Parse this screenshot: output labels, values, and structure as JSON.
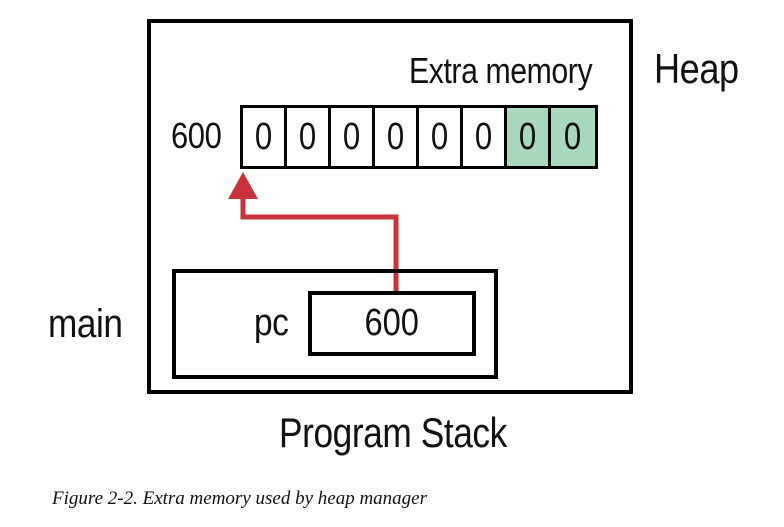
{
  "diagram": {
    "heap_label": "Heap",
    "extra_memory_label": "Extra memory",
    "address_label": "600",
    "cells": [
      {
        "value": "0",
        "extra": false
      },
      {
        "value": "0",
        "extra": false
      },
      {
        "value": "0",
        "extra": false
      },
      {
        "value": "0",
        "extra": false
      },
      {
        "value": "0",
        "extra": false
      },
      {
        "value": "0",
        "extra": false
      },
      {
        "value": "0",
        "extra": true
      },
      {
        "value": "0",
        "extra": true
      }
    ],
    "main_label": "main",
    "pc_label": "pc",
    "pc_value": "600",
    "program_stack_label": "Program Stack"
  },
  "caption": "Figure 2-2. Extra memory used by heap manager",
  "colors": {
    "extra_cell_fill": "#a9d9bd",
    "pointer_arrow": "#c8323a",
    "border": "#000000"
  }
}
